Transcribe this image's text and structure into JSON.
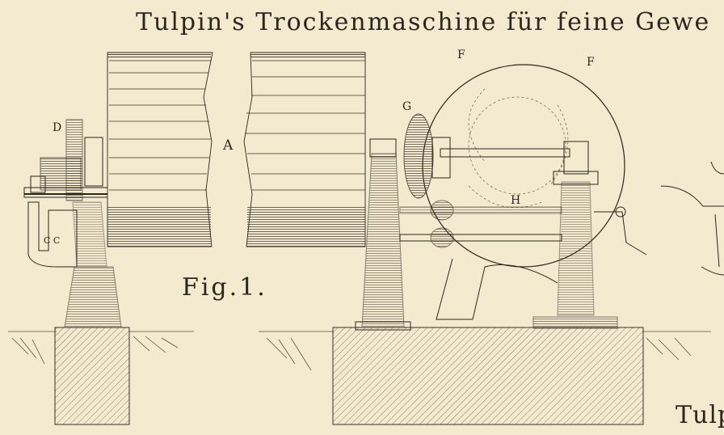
{
  "plate": {
    "title": "Tulpin's  Trockenmaschine  für feine Gewe",
    "figure_label": "Fig.1.",
    "cropped_title": "Tulp",
    "part_labels": {
      "a": "A",
      "d": "D",
      "cc": "C C",
      "f1": "F",
      "f2": "F",
      "g": "G",
      "h": "H"
    }
  },
  "colors": {
    "paper": "#f3ead0",
    "ink": "#2d261d"
  }
}
